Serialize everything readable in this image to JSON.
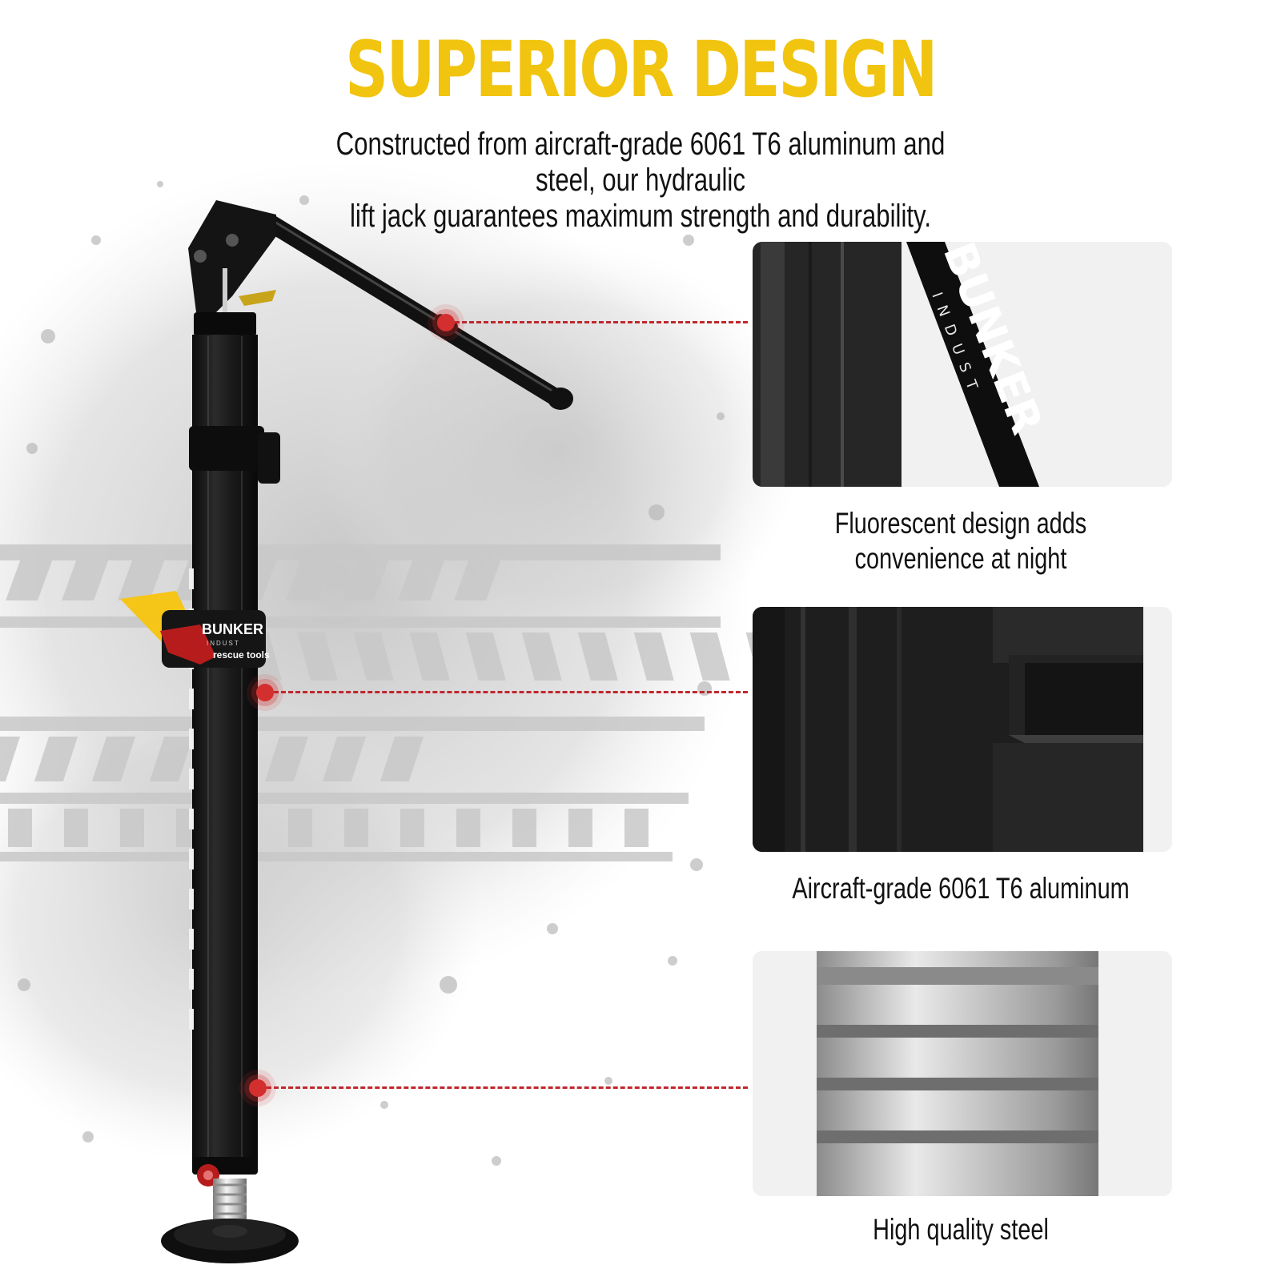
{
  "headline": "SUPERIOR DESIGN",
  "subtitle_line1": "Constructed from aircraft-grade 6061 T6 aluminum and steel, our hydraulic",
  "subtitle_line2": "lift jack guarantees maximum strength and durability.",
  "features": [
    {
      "caption": "Fluorescent design adds convenience at night",
      "panel_image": "handle-closeup"
    },
    {
      "caption": "Aircraft-grade 6061 T6 aluminum",
      "panel_image": "aluminum-tube-closeup"
    },
    {
      "caption": "High quality steel",
      "panel_image": "steel-shaft-closeup"
    }
  ],
  "product_branding": {
    "brand": "BUNKER",
    "brand_sub": "INDUST",
    "collar_text": "rescue tools"
  },
  "colors": {
    "headline": "#f1c40f",
    "callout": "#c0272d",
    "jack_body": "#1c1c1c",
    "accent_yellow": "#f5c518",
    "accent_red": "#b71c1c"
  }
}
